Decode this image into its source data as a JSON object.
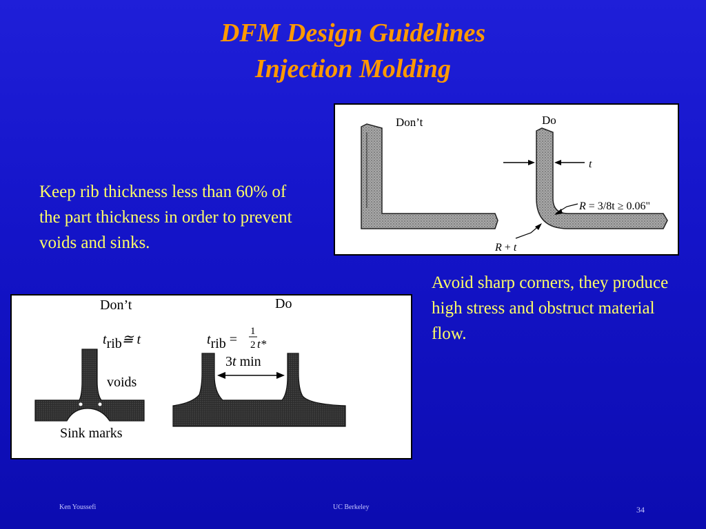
{
  "slide": {
    "title_line1": "DFM Design Guidelines",
    "title_line2": "Injection Molding",
    "rib_text": "Keep rib thickness less than 60% of the part thickness in order to prevent voids and sinks.",
    "corner_text": "Avoid sharp corners, they produce high stress and obstruct material flow."
  },
  "corner_diagram": {
    "dont_label": "Don’t",
    "do_label": "Do",
    "t_label": "t",
    "radius_r": "R",
    "radius_formula": " = 3/8t ≥ 0.06\"",
    "outer_r": "R",
    "outer_plus": " + ",
    "outer_t": "t"
  },
  "rib_diagram": {
    "dont_label": "Don’t",
    "do_label": "Do",
    "t_rib_t": "t",
    "t_rib_sub": "rib",
    "t_rib_approx": "≅ t",
    "do_t": "t",
    "do_sub": "rib",
    "do_eq": " = ",
    "frac_num": "1",
    "frac_den": "2",
    "frac_t": "t*",
    "min_3": "3",
    "min_t": "t",
    "min_label": " min",
    "voids_label": "voids",
    "sink_label": "Sink marks"
  },
  "footer": {
    "left": "Ken Youssefi",
    "center": "UC Berkeley",
    "right": "34"
  },
  "colors": {
    "background": "#1414c8",
    "title": "#ff9900",
    "text": "#ffff66",
    "diagram_fill": "#9a9a9a",
    "rib_fill": "#333333"
  }
}
